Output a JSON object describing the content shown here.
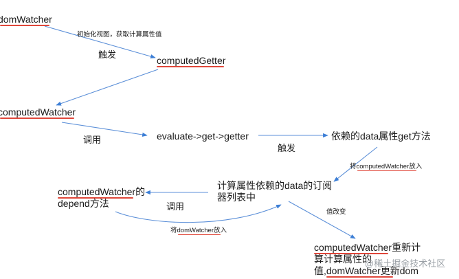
{
  "nodes": {
    "dom_watcher": "domWatcher",
    "computed_getter": "computedGetter",
    "computed_watcher": "computedWatcher",
    "evaluate_chain": "evaluate->get->getter",
    "depends_on_get": "依赖的data属性get方法",
    "subscriber_list_line1": "计算属性依赖的data的订阅",
    "subscriber_list_line2": "器列表中",
    "depend_method_line1": "computedWatcher的",
    "depend_method_line2": "depend方法",
    "recompute_line1": "computedWatcher重新计",
    "recompute_line2": "算计算属性的",
    "recompute_line3": "值,domWatcher更新dom"
  },
  "edge_labels": {
    "init_view": "初始化视图，获取计算属性值",
    "trigger_1": "触发",
    "call_1": "调用",
    "trigger_2": "触发",
    "push_computed_watcher": "将computedWatcher放入",
    "call_2": "调用",
    "push_dom_watcher": "将domWatcher放入",
    "value_changed": "值改变"
  },
  "watermark": "@稀土掘金技术社区",
  "colors": {
    "arrow": "#3d7fd6",
    "spellcheck_underline": "#e0473a"
  }
}
